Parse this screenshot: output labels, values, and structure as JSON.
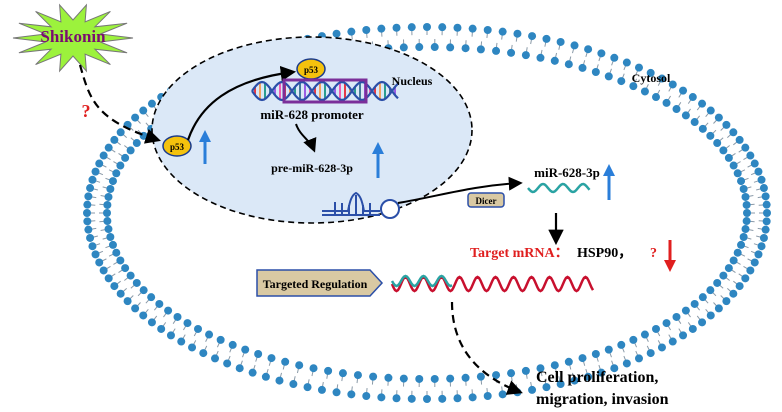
{
  "labels": {
    "shikonin": "Shikonin",
    "question_shikonin": "?",
    "p53_cyto": "p53",
    "p53_nucleus": "p53",
    "nucleus": "Nucleus",
    "cytosol": "Cytosol",
    "promoter": "miR-628 promoter",
    "pre_mir": "pre-miR-628-3p",
    "dicer": "Dicer",
    "mature_mir": "miR-628-3p",
    "targeted_regulation": "Targeted Regulation",
    "target_mrna": "Target mRNA：",
    "hsp90": "HSP90，",
    "question_target": "?",
    "outcome_line1": "Cell proliferation,",
    "outcome_line2": "migration, invasion"
  },
  "colors": {
    "shikonin_fill": "#9cf23c",
    "shikonin_text": "#7a0c6f",
    "membrane_bead": "#2e86c1",
    "nucleus_fill": "#dbe8f7",
    "p53_fill": "#f4c20d",
    "up_arrow": "#2a7ed9",
    "down_arrow": "#e01f1f",
    "question": "#e01f1f",
    "target_mrna_text": "#e01f1f",
    "regulation_box": "#d9c9a3",
    "dna_box": "#7b2f9a",
    "mrna_red": "#c8102e",
    "mrna_teal": "#2aa3a3"
  },
  "icons": [
    "starburst-shape",
    "membrane-bilayer",
    "dna-helix",
    "hairpin-rna",
    "up-arrow-icon",
    "down-arrow-icon"
  ]
}
